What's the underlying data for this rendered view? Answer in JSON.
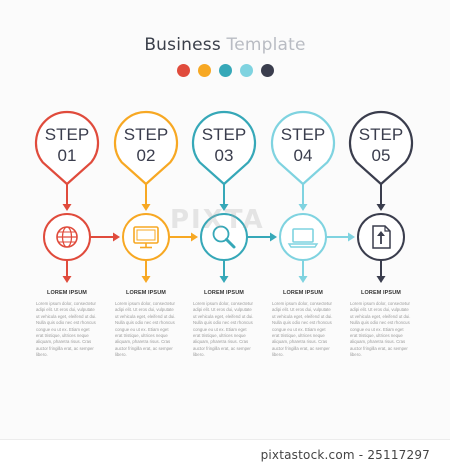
{
  "title": {
    "word1": "Business",
    "word2": "Template"
  },
  "palette": [
    "#e04b3c",
    "#f7a823",
    "#36a8b8",
    "#7fd3e0",
    "#3a3d4d"
  ],
  "steps": [
    {
      "word": "STEP",
      "number": "01",
      "color": "#e04b3c",
      "icon": "globe-icon",
      "heading": "LOREM IPSUM",
      "body": "Lorem ipsum dolor, consectetur adipi elit. Ut eros dui, vulputate ut vehicula eget, eleifend ut dui. Nulla quis odio nec est rhoncus congue eu ut ex. Etiam eget erat tristique, ultrices neque aliquam, pharetra risus. Cras auctor fringilla erat, ac semper libero."
    },
    {
      "word": "STEP",
      "number": "02",
      "color": "#f7a823",
      "icon": "monitor-icon",
      "heading": "LOREM IPSUM",
      "body": "Lorem ipsum dolor, consectetur adipi elit. Ut eros dui, vulputate ut vehicula eget, eleifend ut dui. Nulla quis odio nec est rhoncus congue eu ut ex. Etiam eget erat tristique, ultrices neque aliquam, pharetra risus. Cras auctor fringilla erat, ac semper libero."
    },
    {
      "word": "STEP",
      "number": "03",
      "color": "#36a8b8",
      "icon": "magnifier-icon",
      "heading": "LOREM IPSUM",
      "body": "Lorem ipsum dolor, consectetur adipi elit. Ut eros dui, vulputate ut vehicula eget, eleifend ut dui. Nulla quis odio nec est rhoncus congue eu ut ex. Etiam eget erat tristique, ultrices neque aliquam, pharetra risus. Cras auctor fringilla erat, ac semper libero."
    },
    {
      "word": "STEP",
      "number": "04",
      "color": "#7fd3e0",
      "icon": "laptop-icon",
      "heading": "LOREM IPSUM",
      "body": "Lorem ipsum dolor, consectetur adipi elit. Ut eros dui, vulputate ut vehicula eget, eleifend ut dui. Nulla quis odio nec est rhoncus congue eu ut ex. Etiam eget erat tristique, ultrices neque aliquam, pharetra risus. Cras auctor fringilla erat, ac semper libero."
    },
    {
      "word": "STEP",
      "number": "05",
      "color": "#3a3d4d",
      "icon": "document-upload-icon",
      "heading": "LOREM IPSUM",
      "body": "Lorem ipsum dolor, consectetur adipi elit. Ut eros dui, vulputate ut vehicula eget, eleifend ut dui. Nulla quis odio nec est rhoncus congue eu ut ex. Etiam eget erat tristique, ultrices neque aliquam, pharetra risus. Cras auctor fringilla erat, ac semper libero."
    }
  ],
  "watermark": "PIXTA",
  "footer": {
    "stock_id": "pixtastock.com - 25117297"
  }
}
